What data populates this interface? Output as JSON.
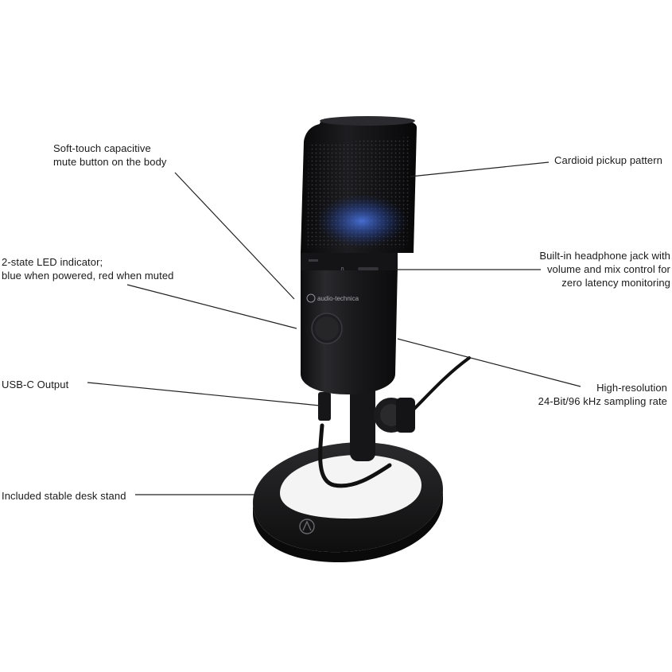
{
  "callouts": {
    "mute": [
      "Soft-touch capacitive",
      "mute button on the body"
    ],
    "led": [
      "2-state LED indicator;",
      "blue when powered, red when muted"
    ],
    "usbc": [
      "USB-C Output"
    ],
    "stand": [
      "Included stable desk stand"
    ],
    "cardioid": [
      "Cardioid pickup pattern"
    ],
    "jack": [
      "Built-in headphone jack with",
      "volume and mix control for",
      "zero latency monitoring"
    ],
    "hires": [
      "High-resolution",
      "24-Bit/96 kHz sampling rate"
    ]
  },
  "brand_text": "audio-technica",
  "colors": {
    "body": "#1c1c1e",
    "grille": "#101012",
    "led_glow": "#3b63d6",
    "leader_line": "#222222"
  }
}
